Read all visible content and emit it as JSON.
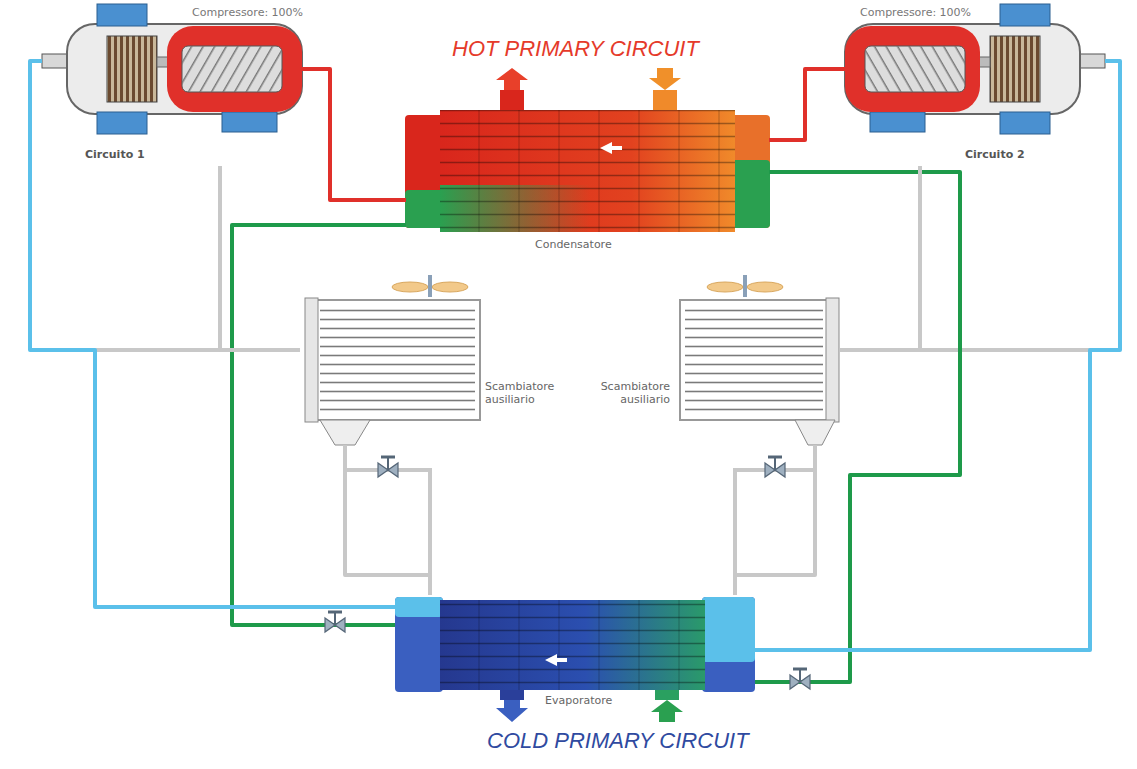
{
  "diagram": {
    "nodes": [
      {
        "text": [
          "Compressore: 100%",
          "Circuito 1"
        ]
      },
      {
        "text": [
          "Condensatore"
        ]
      },
      {
        "text": [
          "Compressore: 100%",
          "Circuito 2"
        ]
      },
      {
        "text": [
          "Scambiatore ausiliario"
        ]
      },
      {
        "text": [
          "Scambiatore ausiliario"
        ]
      },
      {
        "text": [
          "Evaporatore"
        ]
      }
    ],
    "edges": [
      {
        "from": 0,
        "to": 1,
        "arrow": "none"
      },
      {
        "from": 2,
        "to": 1,
        "arrow": "none"
      },
      {
        "from": 1,
        "to": 5,
        "arrow": "none"
      },
      {
        "from": 1,
        "to": 5,
        "arrow": "none"
      },
      {
        "from": 5,
        "to": 0,
        "arrow": "none"
      },
      {
        "from": 5,
        "to": 2,
        "arrow": "none"
      },
      {
        "from": 0,
        "to": 3,
        "arrow": "none"
      },
      {
        "from": 2,
        "to": 4,
        "arrow": "none"
      },
      {
        "from": 3,
        "to": 5,
        "arrow": "none"
      },
      {
        "from": 4,
        "to": 5,
        "arrow": "none"
      }
    ],
    "labels": [
      "HOT PRIMARY CIRCUIT",
      "COLD PRIMARY CIRCUIT"
    ]
  }
}
